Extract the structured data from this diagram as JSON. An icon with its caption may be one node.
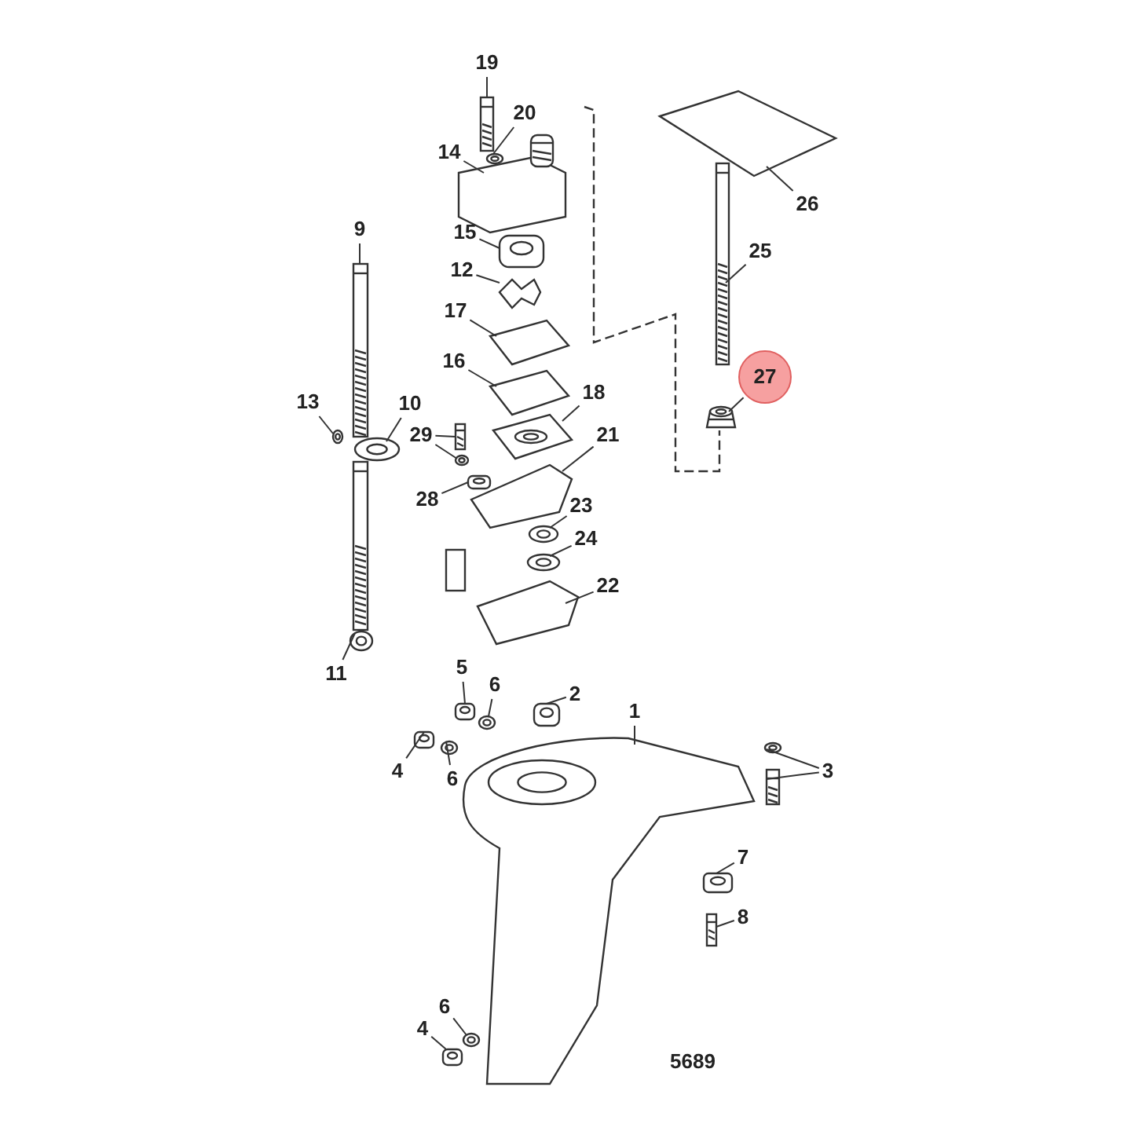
{
  "diagram": {
    "nodes": [
      {
        "text": [
          "19"
        ]
      },
      {
        "text": [
          "20"
        ]
      },
      {
        "text": [
          "14"
        ]
      },
      {
        "text": [
          "26"
        ]
      },
      {
        "text": [
          "9"
        ]
      },
      {
        "text": [
          "15"
        ]
      },
      {
        "text": [
          "25"
        ]
      },
      {
        "text": [
          "12"
        ]
      },
      {
        "text": [
          "17"
        ]
      },
      {
        "text": [
          "16"
        ]
      },
      {
        "text": [
          "27"
        ]
      },
      {
        "text": [
          "18"
        ]
      },
      {
        "text": [
          "13"
        ]
      },
      {
        "text": [
          "10"
        ]
      },
      {
        "text": [
          "29"
        ]
      },
      {
        "text": [
          "21"
        ]
      },
      {
        "text": [
          "28"
        ]
      },
      {
        "text": [
          "23"
        ]
      },
      {
        "text": [
          "24"
        ]
      },
      {
        "text": [
          "22"
        ]
      },
      {
        "text": [
          "11"
        ]
      },
      {
        "text": [
          "5"
        ]
      },
      {
        "text": [
          "2"
        ]
      },
      {
        "text": [
          "6"
        ]
      },
      {
        "text": [
          "1"
        ]
      },
      {
        "text": [
          "4"
        ]
      },
      {
        "text": [
          "3"
        ]
      },
      {
        "text": [
          "6"
        ]
      },
      {
        "text": [
          "7"
        ]
      },
      {
        "text": [
          "8"
        ]
      },
      {
        "text": [
          "6"
        ]
      },
      {
        "text": [
          "4"
        ]
      },
      {
        "text": [],
        "shape": "picture"
      },
      {
        "text": [],
        "shape": "picture"
      },
      {
        "text": [],
        "shape": "picture"
      },
      {
        "text": [],
        "shape": "picture"
      },
      {
        "text": [],
        "shape": "picture"
      },
      {
        "text": [],
        "shape": "picture"
      },
      {
        "text": [],
        "shape": "picture"
      },
      {
        "text": [],
        "shape": "picture"
      },
      {
        "text": [],
        "shape": "picture"
      },
      {
        "text": [],
        "shape": "picture"
      },
      {
        "text": [],
        "shape": "picture"
      },
      {
        "text": [],
        "shape": "picture"
      },
      {
        "text": [],
        "shape": "picture"
      },
      {
        "text": [],
        "shape": "picture"
      },
      {
        "text": [],
        "shape": "picture"
      },
      {
        "text": [],
        "shape": "picture"
      },
      {
        "text": [],
        "shape": "picture"
      },
      {
        "text": [],
        "shape": "picture"
      },
      {
        "text": [],
        "shape": "picture"
      },
      {
        "text": [],
        "shape": "picture"
      },
      {
        "text": [],
        "shape": "picture"
      },
      {
        "text": [],
        "shape": "picture"
      },
      {
        "text": [],
        "shape": "picture"
      },
      {
        "text": [],
        "shape": "picture"
      },
      {
        "text": [],
        "shape": "picture"
      },
      {
        "text": [],
        "shape": "picture"
      },
      {
        "text": [],
        "shape": "picture"
      },
      {
        "text": [],
        "shape": "picture"
      },
      {
        "text": [],
        "shape": "picture"
      },
      {
        "text": [],
        "shape": "picture"
      },
      {
        "text": [],
        "shape": "picture"
      },
      {
        "text": [],
        "shape": "picture"
      },
      {
        "text": [],
        "shape": "picture"
      },
      {
        "text": [],
        "shape": "picture"
      }
    ],
    "edges": [
      {
        "from": 0,
        "to": 32,
        "arrow": "none"
      },
      {
        "from": 1,
        "to": 33,
        "arrow": "none"
      },
      {
        "from": 2,
        "to": 34,
        "arrow": "none"
      },
      {
        "from": 3,
        "to": 41,
        "arrow": "none"
      },
      {
        "from": 4,
        "to": 42,
        "arrow": "none"
      },
      {
        "from": 5,
        "to": 35,
        "arrow": "none"
      },
      {
        "from": 6,
        "to": 40,
        "arrow": "none"
      },
      {
        "from": 7,
        "to": 36,
        "arrow": "none"
      },
      {
        "from": 8,
        "to": 37,
        "arrow": "none"
      },
      {
        "from": 9,
        "to": 38,
        "arrow": "none"
      },
      {
        "from": 10,
        "to": 43,
        "arrow": "none"
      },
      {
        "from": 11,
        "to": 39,
        "arrow": "none"
      },
      {
        "from": 12,
        "to": 44,
        "arrow": "none"
      },
      {
        "from": 13,
        "to": 45,
        "arrow": "none"
      },
      {
        "from": 14,
        "to": 46,
        "arrow": "none"
      },
      {
        "from": 14,
        "to": 47,
        "arrow": "none"
      },
      {
        "from": 15,
        "to": 49,
        "arrow": "none"
      },
      {
        "from": 16,
        "to": 48,
        "arrow": "none"
      },
      {
        "from": 17,
        "to": 50,
        "arrow": "none"
      },
      {
        "from": 18,
        "to": 51,
        "arrow": "none"
      },
      {
        "from": 19,
        "to": 52,
        "arrow": "none"
      },
      {
        "from": 20,
        "to": 53,
        "arrow": "none"
      },
      {
        "from": 21,
        "to": 54,
        "arrow": "none"
      },
      {
        "from": 22,
        "to": 56,
        "arrow": "none"
      },
      {
        "from": 23,
        "to": 55,
        "arrow": "none"
      },
      {
        "from": 24,
        "to": 57,
        "arrow": "none"
      },
      {
        "from": 25,
        "to": 58,
        "arrow": "none"
      },
      {
        "from": 26,
        "to": 60,
        "arrow": "none"
      },
      {
        "from": 26,
        "to": 61,
        "arrow": "none"
      },
      {
        "from": 27,
        "to": 59,
        "arrow": "none"
      },
      {
        "from": 28,
        "to": 62,
        "arrow": "none"
      },
      {
        "from": 29,
        "to": 63,
        "arrow": "none"
      },
      {
        "from": 30,
        "to": 64,
        "arrow": "none"
      },
      {
        "from": 31,
        "to": 65,
        "arrow": "none"
      }
    ],
    "labels": [
      "5689"
    ]
  }
}
